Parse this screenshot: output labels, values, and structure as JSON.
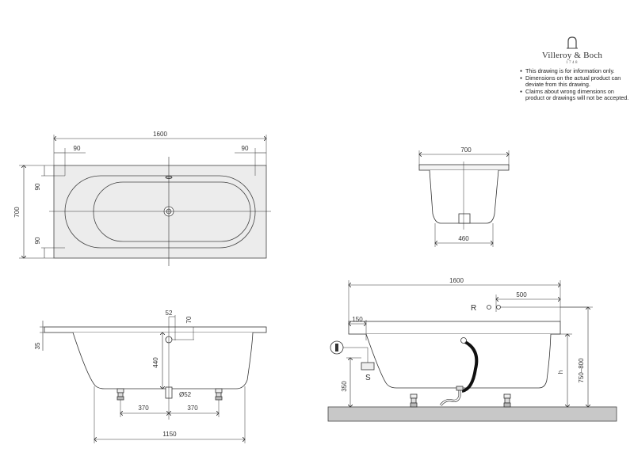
{
  "brand": {
    "name": "Villeroy & Boch",
    "year": "1748"
  },
  "notes": [
    "This drawing is for information only.",
    "Dimensions on the actual product can deviate from this drawing.",
    "Claims about wrong dimensions on product or drawings will not be accepted."
  ],
  "top_view": {
    "length": "1600",
    "width": "700",
    "rim_left": "90",
    "rim_right": "90",
    "rim_top": "90",
    "rim_bottom": "90"
  },
  "end_view": {
    "top_width": "700",
    "bottom_width": "460"
  },
  "front_view": {
    "rim_height": "35",
    "depth": "440",
    "waste_offset": "52",
    "waste_height": "70",
    "waste_diameter": "Ø52",
    "foot_left": "370",
    "foot_right": "370",
    "base_width": "1150"
  },
  "side_view": {
    "length": "1600",
    "overflow_distance": "500",
    "overflow_label": "R",
    "waste_label": "S",
    "rim_offset": "150",
    "waste_height": "350",
    "h_label": "h",
    "total_height": "750–800"
  }
}
